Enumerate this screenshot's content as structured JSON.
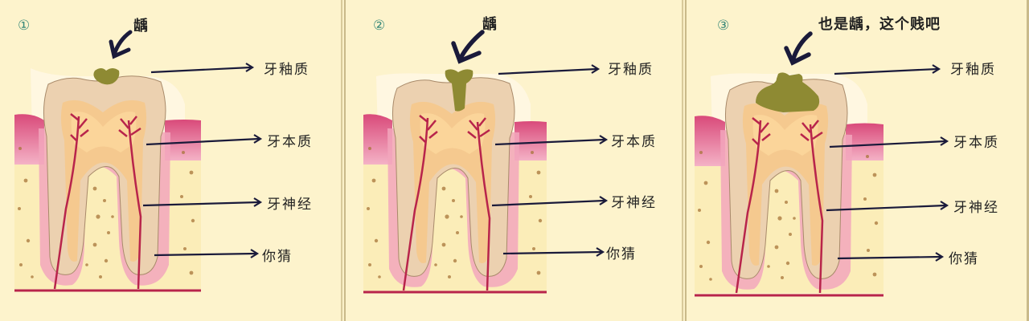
{
  "colors": {
    "background": "#fdf3cc",
    "gum": "#e86d94",
    "enamel": "#ecd1b0",
    "dentin": "#f7c88a",
    "pulp_nerve": "#b8244b",
    "bone": "#fbedb8",
    "bone_spots": "#a8753a",
    "decay": "#8e8a33",
    "arrow": "#1a1a3a",
    "number_circle": "#3a8a7a"
  },
  "panels": [
    {
      "number": "①",
      "caption": "龋",
      "labels": [
        "牙釉质",
        "牙本质",
        "牙神经",
        "你猜"
      ],
      "decay_stage": "enamel-surface"
    },
    {
      "number": "②",
      "caption": "龋",
      "labels": [
        "牙釉质",
        "牙本质",
        "牙神经",
        "你猜"
      ],
      "decay_stage": "into-dentin"
    },
    {
      "number": "③",
      "caption": "也是龋，这个贱吧",
      "labels": [
        "牙釉质",
        "牙本质",
        "牙神经",
        "你猜"
      ],
      "decay_stage": "deep-dentin"
    }
  ]
}
